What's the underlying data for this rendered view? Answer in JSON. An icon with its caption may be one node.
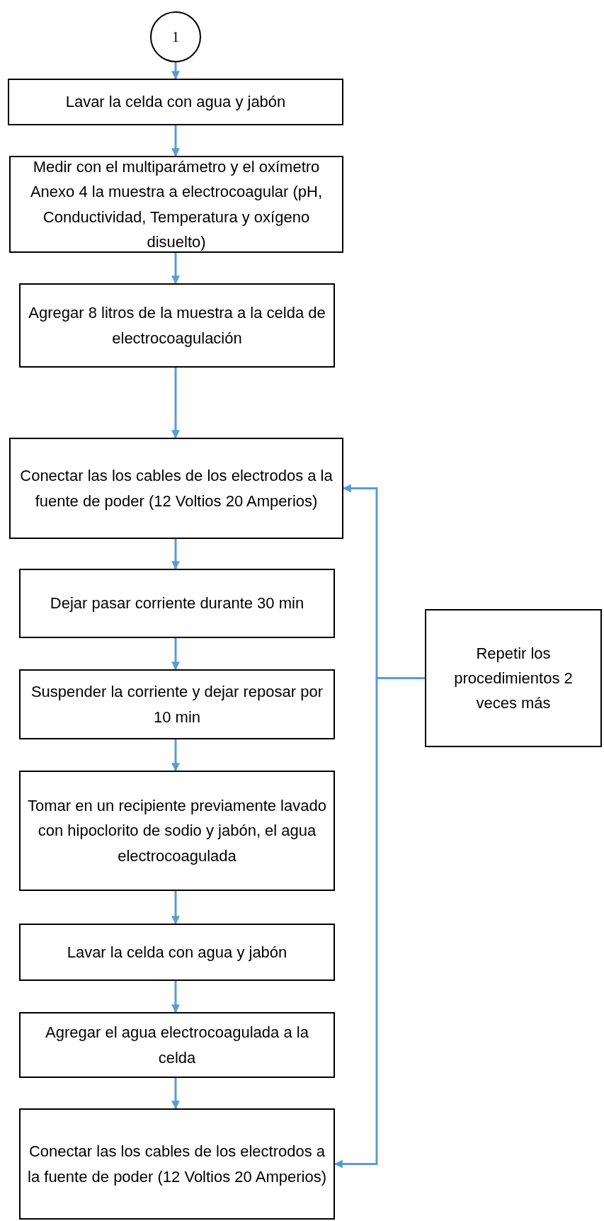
{
  "diagram": {
    "nodes": [
      {
        "text": [
          "1"
        ]
      },
      {
        "text": [
          "Lavar la celda con agua y jabón"
        ]
      },
      {
        "text": [
          "Medir con el multiparámetro y el oxímetro Anexo 4 la muestra a electrocoagular (pH, Conductividad, Temperatura y oxígeno disuelto)"
        ]
      },
      {
        "text": [
          "Agregar  8 litros de la muestra a la celda de electrocoagulación"
        ]
      },
      {
        "text": [
          "Conectar las los cables de los electrodos a la fuente de poder (12 Voltios 20 Amperios)"
        ]
      },
      {
        "text": [
          "Dejar pasar corriente durante 30 min"
        ]
      },
      {
        "text": [
          "Suspender la corriente y dejar reposar por 10 min"
        ]
      },
      {
        "text": [
          "Tomar en un recipiente previamente lavado con hipoclorito de sodio y jabón, el agua electrocoagulada"
        ]
      },
      {
        "text": [
          "Lavar la celda con agua y jabón"
        ]
      },
      {
        "text": [
          "Agregar el agua electrocoagulada a la celda"
        ]
      },
      {
        "text": [
          "Conectar las los cables de los electrodos a la fuente de poder (12 Voltios 20 Amperios)"
        ]
      },
      {
        "text": [
          "Repetir los procedimientos 2 veces más"
        ]
      }
    ],
    "edges": [
      {
        "from": 0,
        "to": 1,
        "arrow": "to"
      },
      {
        "from": 1,
        "to": 2,
        "arrow": "to"
      },
      {
        "from": 2,
        "to": 3,
        "arrow": "to"
      },
      {
        "from": 3,
        "to": 4,
        "arrow": "to"
      },
      {
        "from": 4,
        "to": 5,
        "arrow": "to"
      },
      {
        "from": 5,
        "to": 6,
        "arrow": "to"
      },
      {
        "from": 6,
        "to": 7,
        "arrow": "to"
      },
      {
        "from": 7,
        "to": 8,
        "arrow": "to"
      },
      {
        "from": 8,
        "to": 9,
        "arrow": "to"
      },
      {
        "from": 9,
        "to": 10,
        "arrow": "to"
      },
      {
        "from": 11,
        "to": 4,
        "arrow": "to"
      },
      {
        "from": 11,
        "to": 10,
        "arrow": "to"
      }
    ]
  }
}
